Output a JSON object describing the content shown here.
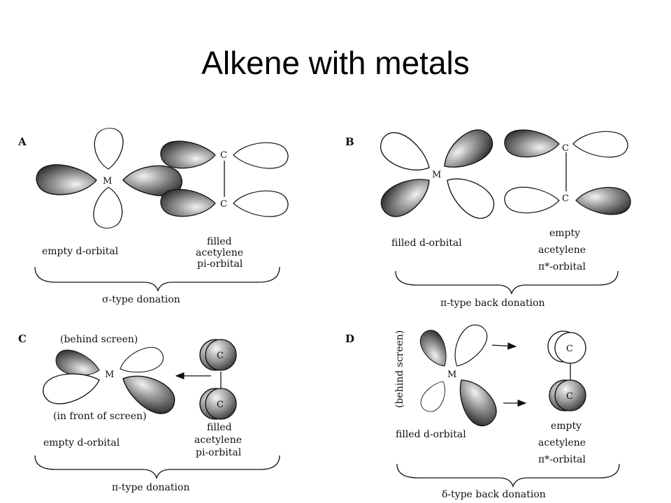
{
  "title": "Alkene with metals",
  "colors": {
    "ink": "#111111",
    "filled_lobe_dark": "#333333",
    "filled_lobe_light": "#f2f2f2",
    "background": "#ffffff"
  },
  "panels": {
    "A": {
      "letter": "A",
      "metal": "M",
      "carbon_top": "C",
      "carbon_bottom": "C",
      "left_label": "empty d-orbital",
      "right_label": [
        "filled",
        "acetylene",
        "pi-orbital"
      ],
      "caption": "σ-type donation"
    },
    "B": {
      "letter": "B",
      "metal": "M",
      "carbon_top": "C",
      "carbon_bottom": "C",
      "left_label": "filled d-orbital",
      "right_label": [
        "empty",
        "acetylene",
        "π*-orbital"
      ],
      "caption": "π-type back donation"
    },
    "C": {
      "letter": "C",
      "metal": "M",
      "carbon_top": "C",
      "carbon_bottom": "C",
      "note_top": "(behind screen)",
      "note_bottom": "(in front of screen)",
      "left_label": "empty d-orbital",
      "right_label": [
        "filled",
        "acetylene",
        "pi-orbital"
      ],
      "caption": "π-type donation"
    },
    "D": {
      "letter": "D",
      "metal": "M",
      "carbon_top": "C",
      "carbon_bottom": "C",
      "note_side": "(behind screen)",
      "left_label": "filled d-orbital",
      "right_label": [
        "empty",
        "acetylene",
        "π*-orbital"
      ],
      "caption": "δ-type back donation"
    }
  }
}
